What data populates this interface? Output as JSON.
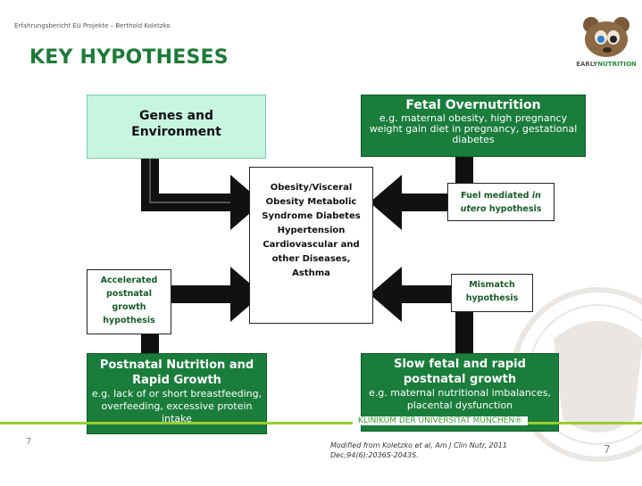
{
  "header": {
    "small_line": "Erfahrungsbericht EU Projekte – Berthold Koletzko",
    "title": "KEY HYPOTHESES",
    "logo_text_early": "EARLY",
    "logo_text_nutrition": "NUTRITION",
    "logo_icon": "bear-head-icon"
  },
  "diagram": {
    "genes_env": "Genes and Environment",
    "fetal_title": "Fetal Overnutrition",
    "fetal_desc": "e.g. maternal obesity, high pregnancy weight gain diet in pregnancy, gestational diabetes",
    "center": "Obesity/Visceral Obesity Metabolic Syndrome Diabetes Hypertension Cardiovascular and other Diseases, Asthma",
    "fuel_main": "Fuel mediated ",
    "fuel_italic": "in utero",
    "fuel_end": " hypothesis",
    "accel": "Accelerated postnatal growth hypothesis",
    "mismatch": "Mismatch hypothesis",
    "postnatal_title": "Postnatal Nutrition and Rapid Growth",
    "postnatal_desc": "e.g. lack of or short breastfeeding, overfeeding, excessive protein intake",
    "slow_title": "Slow fetal and rapid postnatal growth",
    "slow_desc": "e.g. maternal nutritional imbalances, placental dysfunction"
  },
  "footer": {
    "klinikum": "KLINIKUM DER UNIVERSITÄT MÜNCHEN®",
    "page_left": "7",
    "page_right": "7",
    "citation": "Modified from Koletzko et al, Am J Clin Nutr, 2011 Dec;94(6):2036S-2043S."
  },
  "colors": {
    "title_green": "#1f7a3a",
    "box_green": "#1a7d3c",
    "box_light": "#c8f5e2",
    "footer_line": "#9acd32"
  }
}
